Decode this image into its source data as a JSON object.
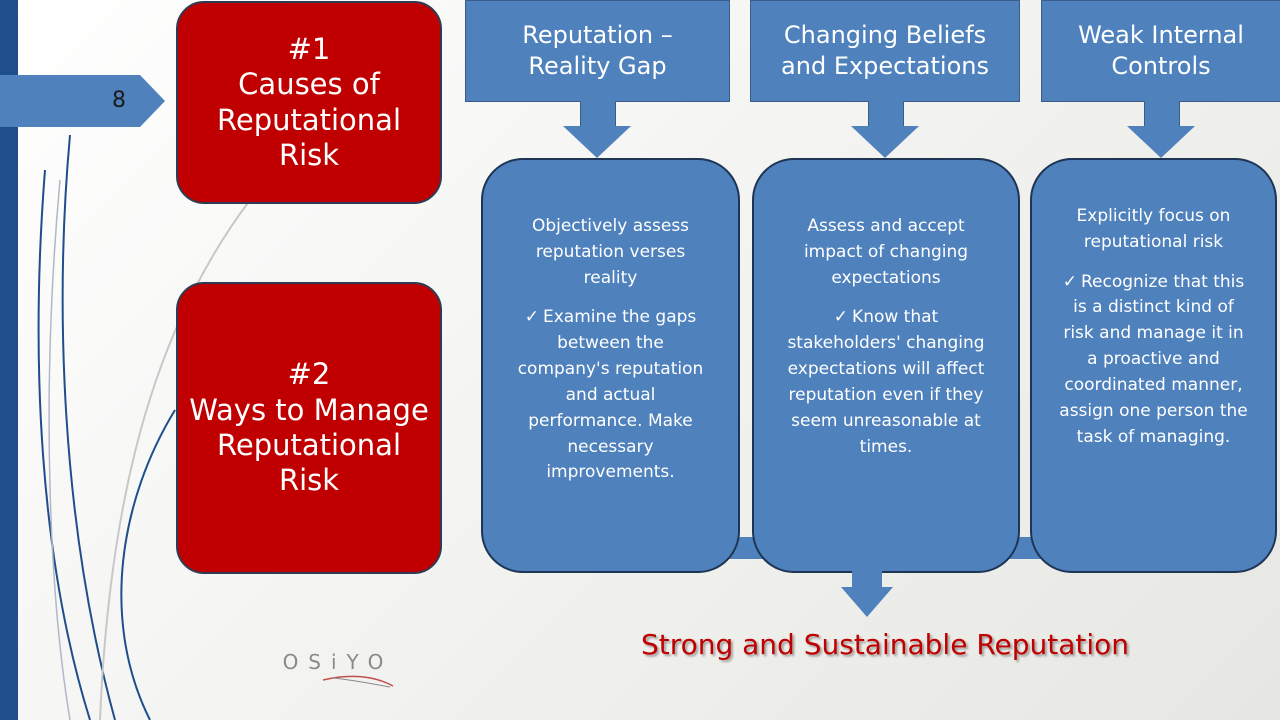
{
  "slide": {
    "number": "8"
  },
  "causes_box": {
    "text": "#1\nCauses of Reputational Risk"
  },
  "ways_box": {
    "text": "#2\nWays to Manage Reputational Risk"
  },
  "columns": [
    {
      "header": "Reputation –\nReality Gap",
      "intro": "Objectively assess reputation verses reality",
      "bullet": "Examine the gaps between the company's reputation and actual performance. Make necessary improvements."
    },
    {
      "header": "Changing Beliefs and Expectations",
      "intro": "Assess and accept impact of changing expectations",
      "bullet": "Know that stakeholders' changing expectations will affect reputation even if they seem unreasonable at times."
    },
    {
      "header": "Weak Internal Controls",
      "intro": "Explicitly focus on reputational risk",
      "bullet": "Recognize that this is a distinct kind of risk and manage it in a proactive and coordinated manner, assign one person the task of managing."
    }
  ],
  "outcome": "Strong and Sustainable Reputation",
  "logo": {
    "text": "OSiYO"
  },
  "colors": {
    "red": "#c00000",
    "blue": "#4f81bd",
    "navy": "#1f4e8c"
  },
  "icons": {
    "bullet": "check-mark-icon"
  }
}
